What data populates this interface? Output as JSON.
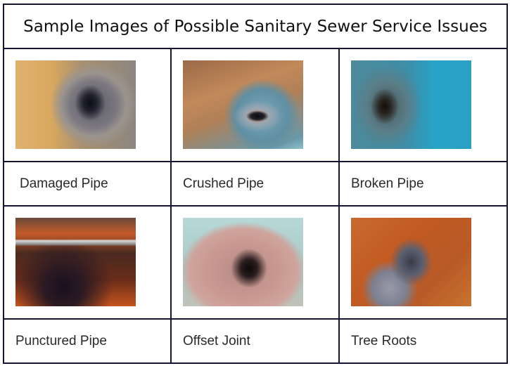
{
  "title": "Sample Images of Possible Sanitary Sewer Service Issues",
  "items": [
    {
      "label": "Damaged Pipe",
      "image": "damaged-pipe-photo"
    },
    {
      "label": "Crushed Pipe",
      "image": "crushed-pipe-photo"
    },
    {
      "label": "Broken Pipe",
      "image": "broken-pipe-photo"
    },
    {
      "label": "Punctured Pipe",
      "image": "punctured-pipe-photo"
    },
    {
      "label": "Offset Joint",
      "image": "offset-joint-photo"
    },
    {
      "label": "Tree Roots",
      "image": "tree-roots-photo"
    }
  ],
  "colors": {
    "border": "#141433",
    "text": "#2a2a2a",
    "background": "#ffffff"
  }
}
